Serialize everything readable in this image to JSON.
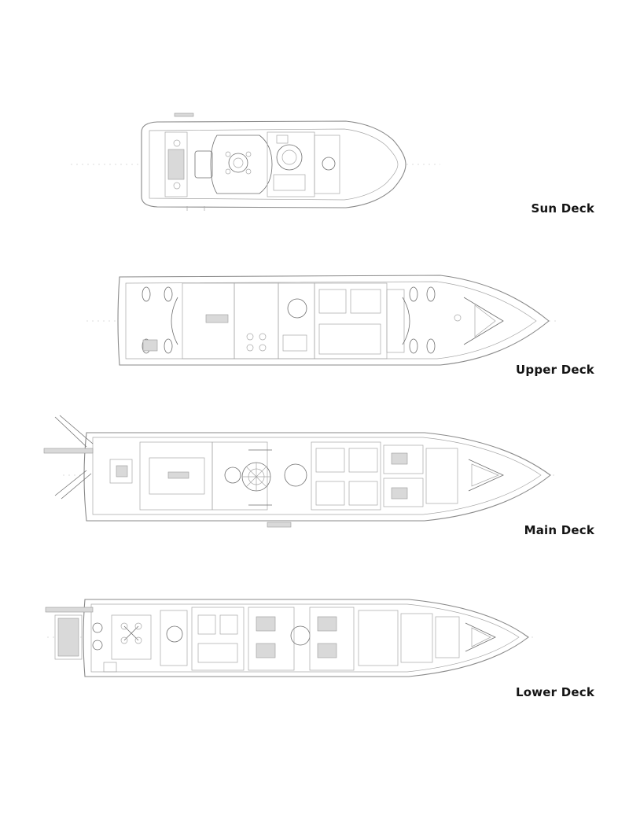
{
  "decks": [
    {
      "label": "Sun Deck"
    },
    {
      "label": "Upper Deck"
    },
    {
      "label": "Main Deck"
    },
    {
      "label": "Lower Deck"
    }
  ]
}
